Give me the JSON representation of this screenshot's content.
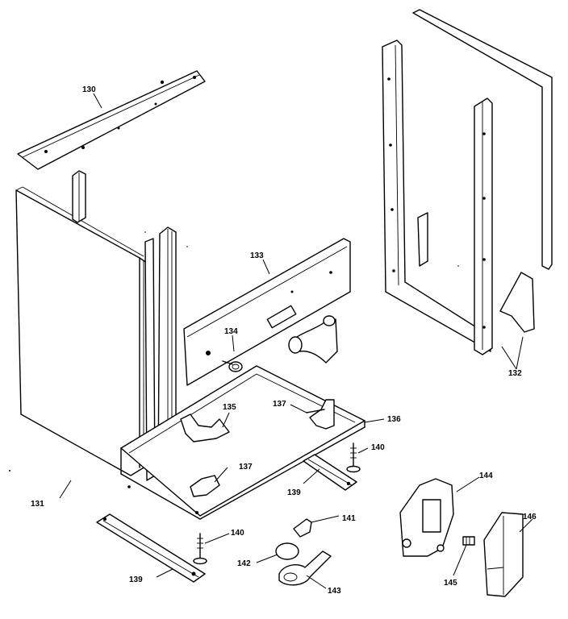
{
  "labels": {
    "l130": "130",
    "l131": "131",
    "l132": "132",
    "l133": "133",
    "l134": "134",
    "l135": "135",
    "l136": "136",
    "l137a": "137",
    "l137b": "137",
    "l139a": "139",
    "l139b": "139",
    "l140a": "140",
    "l140b": "140",
    "l141": "141",
    "l142": "142",
    "l143": "143",
    "l144": "144",
    "l145": "145",
    "l146": "146"
  }
}
